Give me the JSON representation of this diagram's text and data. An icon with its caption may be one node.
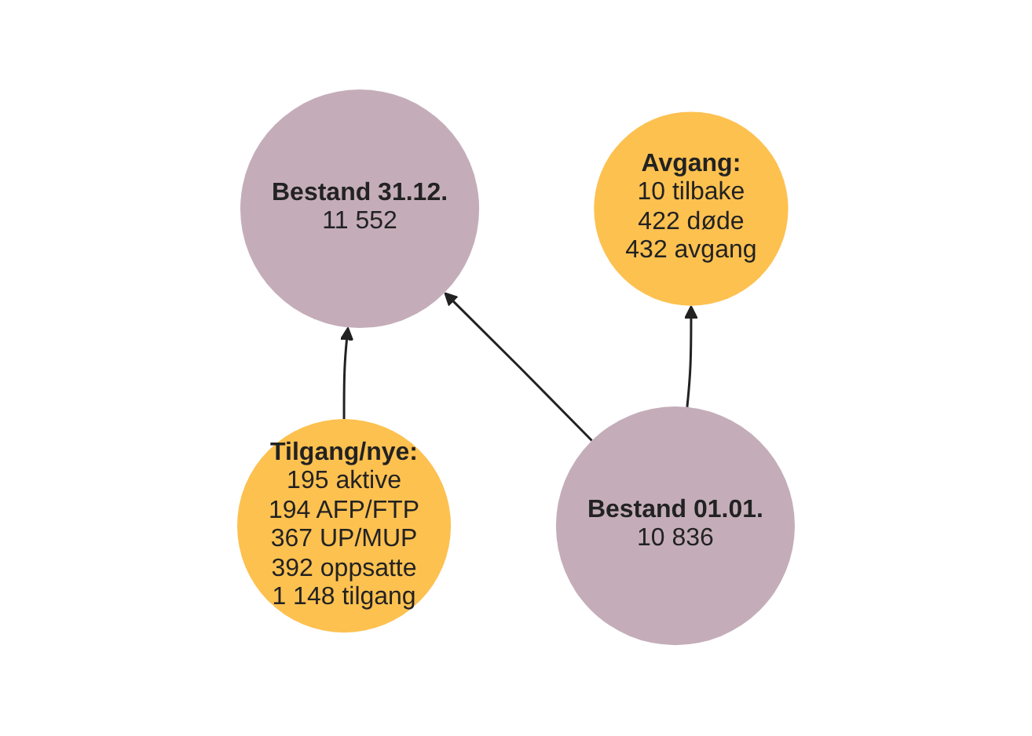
{
  "diagram": {
    "nodes": [
      {
        "text": [
          "Bestand 31.12.",
          "11 552"
        ]
      },
      {
        "text": [
          "Avgang:",
          "10 tilbake",
          "422 døde",
          "432 avgang"
        ]
      },
      {
        "text": [
          "Tilgang/nye:",
          "195 aktive",
          "194 AFP/FTP",
          "367 UP/MUP",
          "392 oppsatte",
          "1 148 tilgang"
        ]
      },
      {
        "text": [
          "Bestand 01.01.",
          "10 836"
        ]
      }
    ],
    "edges": [
      {
        "from": 3,
        "to": 0,
        "arrow": "to"
      },
      {
        "from": 3,
        "to": 1,
        "arrow": "to"
      },
      {
        "from": 2,
        "to": 0,
        "arrow": "to"
      }
    ]
  }
}
